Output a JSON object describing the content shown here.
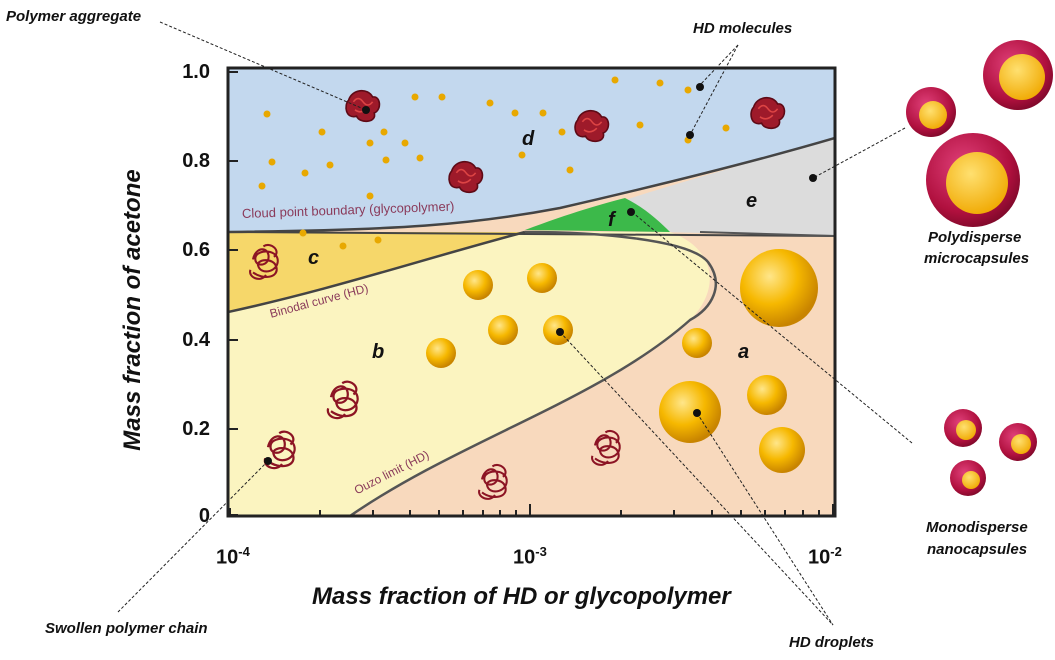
{
  "axes": {
    "xlabel": "Mass fraction of HD or glycopolymer",
    "ylabel": "Mass fraction of acetone",
    "yticks": [
      "1.0",
      "0.8",
      "0.6",
      "0.4",
      "0.2",
      "0"
    ],
    "xticks": [
      {
        "base": "10",
        "exp": "-4"
      },
      {
        "base": "10",
        "exp": "-3"
      },
      {
        "base": "10",
        "exp": "-2"
      }
    ]
  },
  "regions": {
    "a": "a",
    "b": "b",
    "c": "c",
    "d": "d",
    "e": "e",
    "f": "f"
  },
  "boundaries": {
    "cloud_point": "Cloud point boundary (glycopolymer)",
    "binodal": "Binodal curve (HD)",
    "ouzo": "Ouzo limit (HD)"
  },
  "annotations": {
    "polymer_aggregate": "Polymer aggregate",
    "hd_molecules": "HD molecules",
    "polydisperse_line1": "Polydisperse",
    "polydisperse_line2": "microcapsules",
    "monodisperse_line1": "Monodisperse",
    "monodisperse_line2": "nanocapsules",
    "swollen_chain": "Swollen polymer chain",
    "hd_droplets": "HD droplets"
  },
  "colors": {
    "region_d": "#c3d8ee",
    "region_a": "#f8d9bd",
    "region_b": "#fbf4c0",
    "region_c": "#f6d76a",
    "region_e": "#dcdcdc",
    "region_f": "#3cb94a",
    "droplet": "#f4b400",
    "polymer": "#a01c2c",
    "capsule_shell": "#c2185b"
  }
}
